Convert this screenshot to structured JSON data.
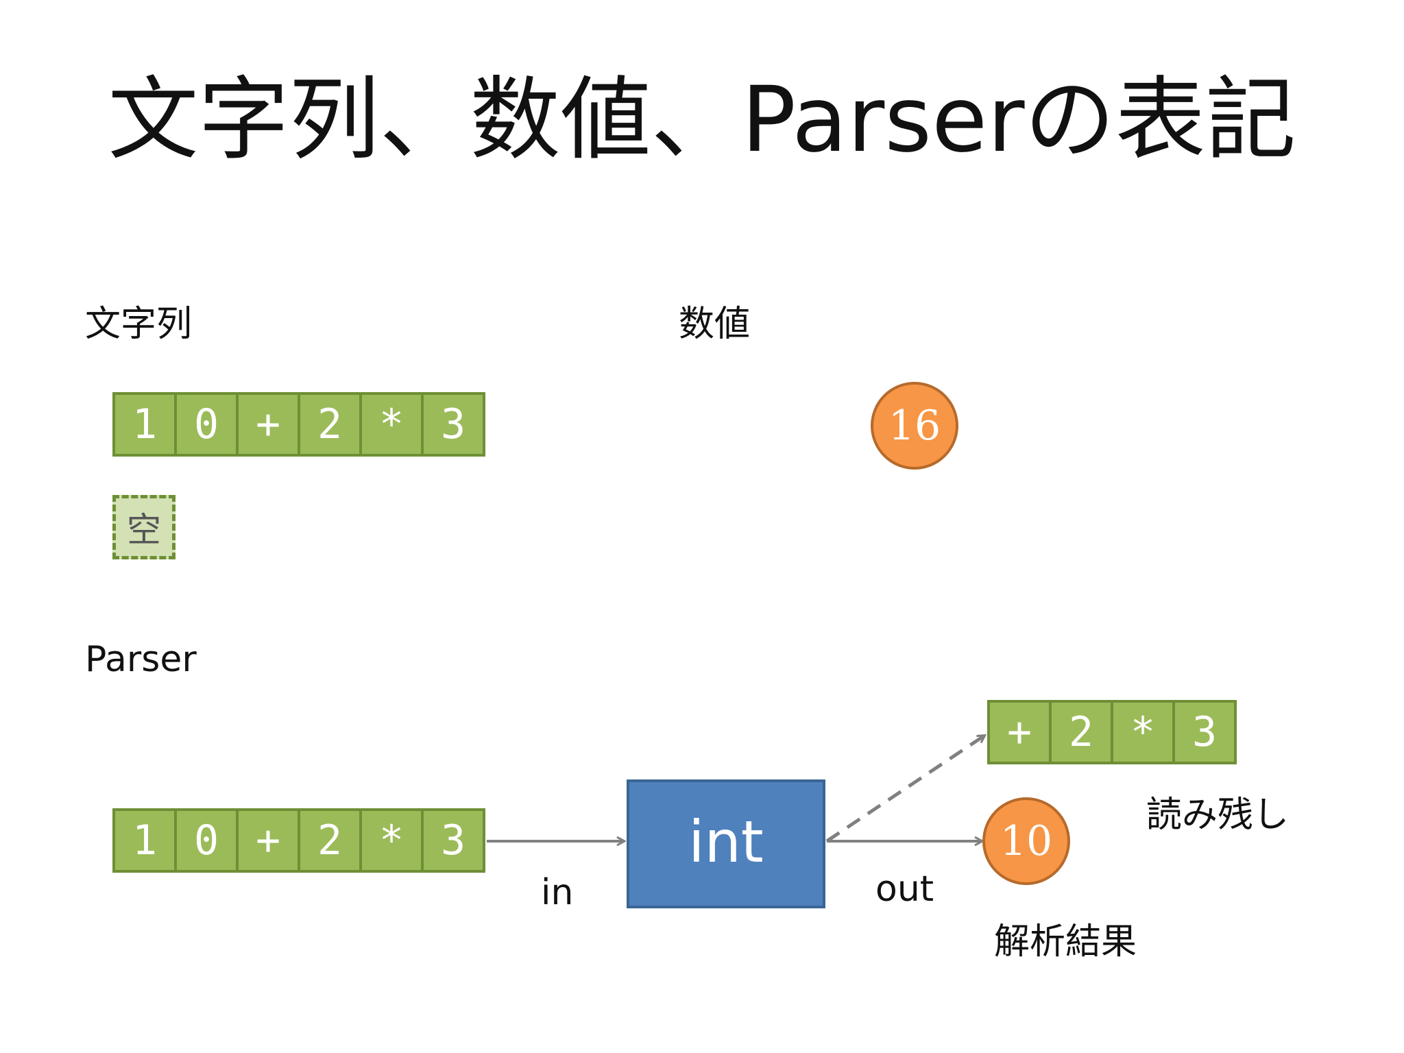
{
  "title": "文字列、数値、Parserの表記",
  "sections": {
    "string_label": "文字列",
    "number_label": "数値",
    "parser_label": "Parser"
  },
  "string_example": [
    "1",
    "0",
    "+",
    "2",
    "*",
    "3"
  ],
  "empty_string": "空",
  "number_example": "16",
  "parser": {
    "input_cells": [
      "1",
      "0",
      "+",
      "2",
      "*",
      "3"
    ],
    "in_label": "in",
    "name": "int",
    "out_label": "out",
    "remaining_cells": [
      "+",
      "2",
      "*",
      "3"
    ],
    "remaining_label": "読み残し",
    "result_value": "10",
    "result_label": "解析結果"
  },
  "colors": {
    "cell_fill": "#9bbb59",
    "cell_border": "#6e8f35",
    "empty_fill": "#d3e1b5",
    "circle_fill": "#f79646",
    "parser_fill": "#4f81bd",
    "arrow": "#808080"
  }
}
